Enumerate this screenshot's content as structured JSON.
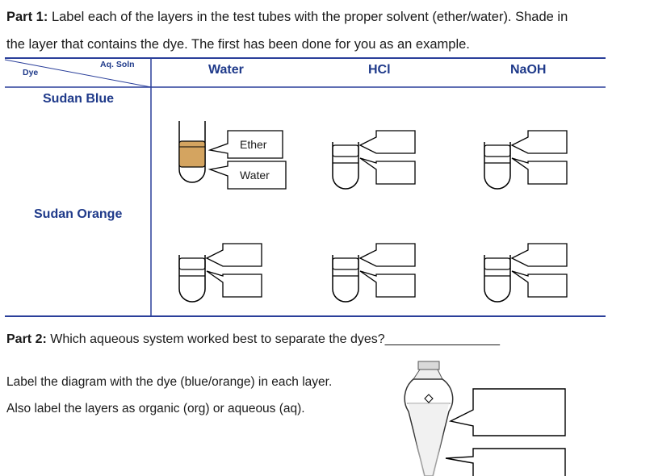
{
  "part1": {
    "label": "Part 1:",
    "line1": "Label each of the layers in the test tubes with the proper solvent (ether/water).  Shade in",
    "line2": "the layer that contains the dye.  The first has been done for you as an example."
  },
  "table": {
    "corner_dye": "Dye",
    "corner_aq": "Aq. Soln",
    "columns": [
      "Water",
      "HCl",
      "NaOH"
    ],
    "rows": [
      "Sudan Blue",
      "Sudan Orange"
    ],
    "example_labels": [
      "Ether",
      "Water"
    ]
  },
  "part2": {
    "label": "Part 2:",
    "question": "Which aqueous system worked best to separate the dyes?",
    "blank": "________________",
    "instruction1": "Label the diagram with the dye (blue/orange) in each layer.",
    "instruction2": "Also label the layers as organic (org) or aqueous (aq)."
  },
  "colors": {
    "table_lines": "#2a3f9a",
    "dye_shade": "#d4a460"
  }
}
